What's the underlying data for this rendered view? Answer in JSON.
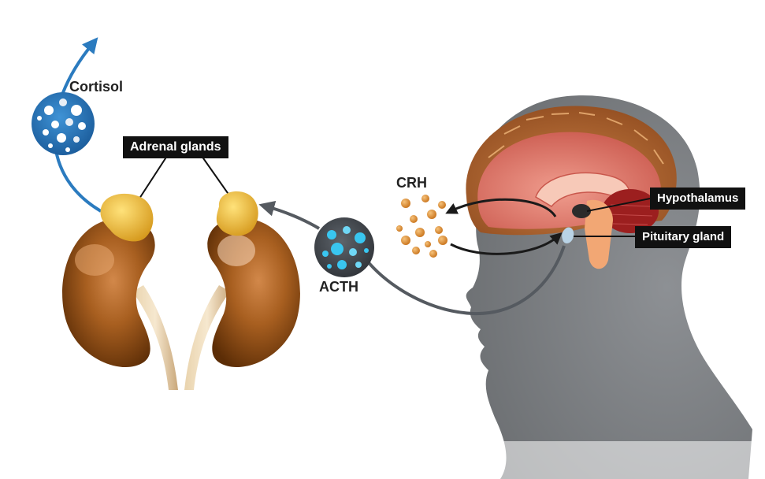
{
  "labels": {
    "cortisol": "Cortisol",
    "adrenal_glands": "Adrenal glands",
    "crh": "CRH",
    "acth": "ACTH",
    "hypothalamus": "Hypothalamus",
    "pituitary_gland": "Pituitary gland"
  },
  "colors": {
    "cortisol_blue": "#2b7bbf",
    "acth_dark": "#4a4f55",
    "acth_dots": "#39c6f0",
    "crh_orange": "#d98a2b",
    "kidney_brown": "#8a4a12",
    "adrenal_yellow": "#e8b53a",
    "head_gray": "#7a7d80",
    "brain_pink": "#d9786f",
    "label_box": "#111111"
  },
  "icons": {
    "cortisol": "cortisol-molecule-icon",
    "acth": "acth-molecule-icon",
    "crh": "crh-molecule-cluster-icon"
  }
}
